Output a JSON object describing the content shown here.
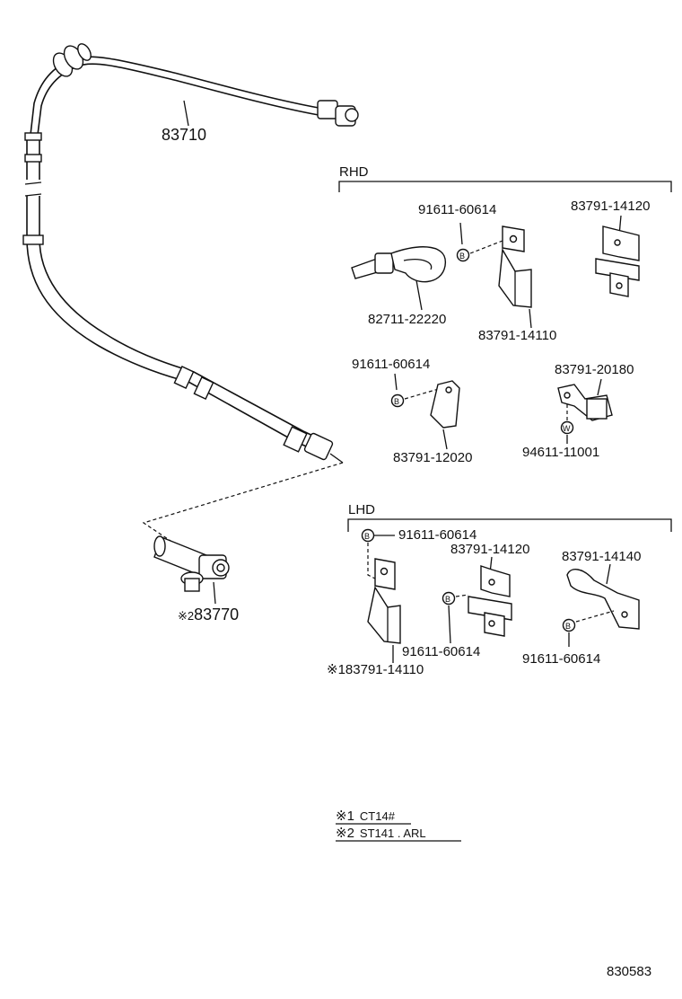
{
  "labels": {
    "cable_main": "83710",
    "driven_gear": "83770",
    "driven_gear_prefix": "※2",
    "rhd": "RHD",
    "lhd": "LHD",
    "rhd_bolt_1": "91611-60614",
    "rhd_clamp_1": "83791-14120",
    "rhd_grommet_clamp": "82711-22220",
    "rhd_clamp_2": "83791-14110",
    "rhd_bolt_2": "91611-60614",
    "rhd_clamp_3": "83791-20180",
    "rhd_clamp_4": "83791-12020",
    "rhd_washer_bolt": "94611-11001",
    "lhd_bolt_1": "91611-60614",
    "lhd_clamp_1": "83791-14120",
    "lhd_clamp_2": "83791-14140",
    "lhd_bolt_2": "91611-60614",
    "lhd_bolt_3": "91611-60614",
    "lhd_clamp_3": "※183791-14110",
    "bolt_marker": "B",
    "washer_marker": "W",
    "diagram_number": "830583"
  },
  "notes": [
    {
      "mark": "※1",
      "text": "CT14#"
    },
    {
      "mark": "※2",
      "text": "ST141 . ARL"
    }
  ]
}
